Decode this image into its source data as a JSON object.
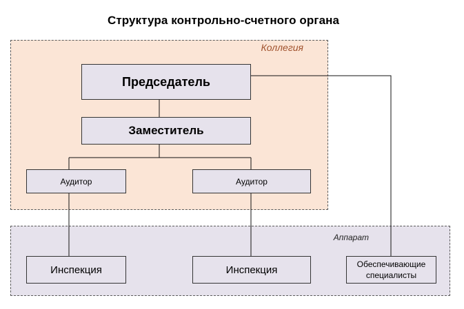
{
  "title": "Структура контрольно-счетного органа",
  "groups": {
    "kollegiya": "Коллегия",
    "apparat": "Аппарат"
  },
  "nodes": {
    "chair": "Председатель",
    "deputy": "Заместитель",
    "auditor_left": "Аудитор",
    "auditor_right": "Аудитор",
    "inspection_left": "Инспекция",
    "inspection_right": "Инспекция",
    "support": "Обеспечивающие специалисты"
  },
  "colors": {
    "kollegiya_background": "#fbe5d6",
    "apparat_background": "#e6e2ec",
    "box_background": "#e6e2ec",
    "kollegiya_label": "#a0522d"
  }
}
